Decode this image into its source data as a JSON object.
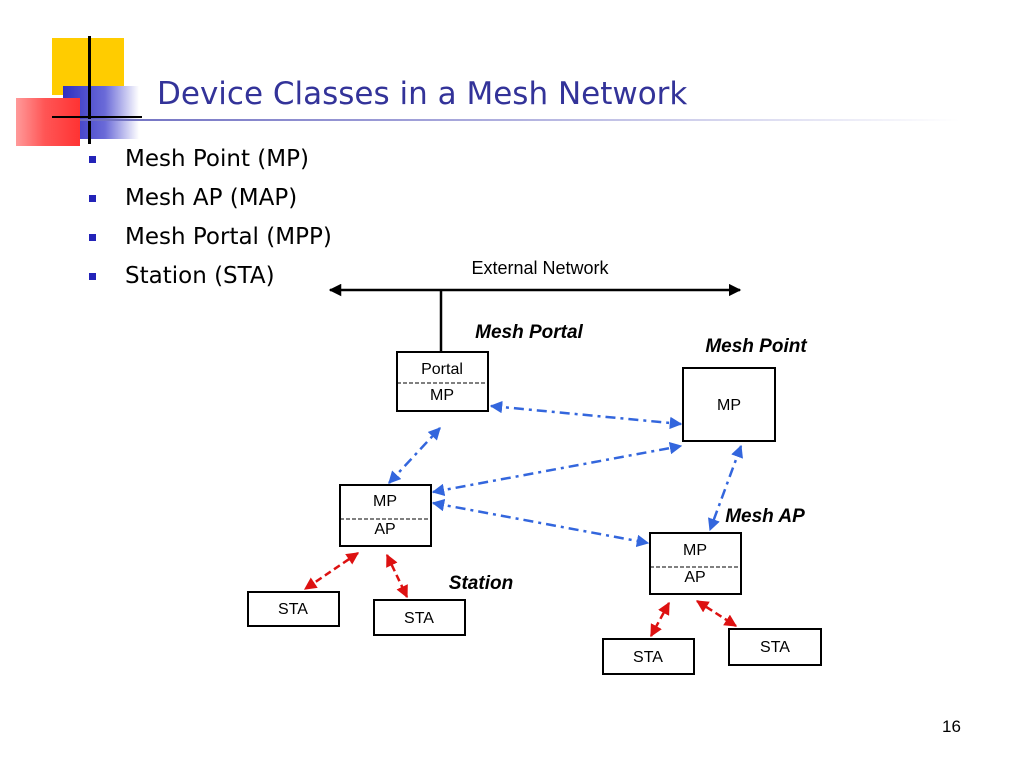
{
  "slide": {
    "title": "Device Classes in a Mesh Network",
    "page_number": "16",
    "colors": {
      "title": "#333399",
      "bullet": "#2323b8",
      "link_blue": "#3366dd",
      "link_red": "#dd1111"
    }
  },
  "bullets": [
    "Mesh Point (MP)",
    "Mesh AP (MAP)",
    "Mesh Portal (MPP)",
    "Station (STA)"
  ],
  "diagram": {
    "external_network_label": "External Network",
    "labels": {
      "mesh_portal": "Mesh Portal",
      "mesh_point": "Mesh Point",
      "mesh_ap": "Mesh AP",
      "station": "Station"
    },
    "nodes": {
      "portal": {
        "top": "Portal",
        "bottom": "MP"
      },
      "mesh_point": {
        "text": "MP"
      },
      "map_left": {
        "top": "MP",
        "bottom": "AP"
      },
      "map_right": {
        "top": "MP",
        "bottom": "AP"
      },
      "sta_1": "STA",
      "sta_2": "STA",
      "sta_3": "STA",
      "sta_4": "STA"
    }
  }
}
